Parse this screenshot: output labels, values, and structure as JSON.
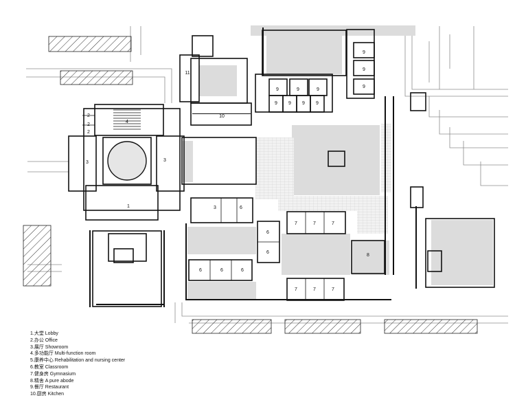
{
  "legend": [
    "1.大堂 Lobby",
    "2.办公 Office",
    "3.展厅 Showroom",
    "4.多功能厅 Multi-function room",
    "5.康养中心 Rehabilitation and nursing center",
    "6.教室 Classroom",
    "7.健身房 Gymnasium",
    "8.精舍 A pure abode",
    "9.餐厅 Restaurant",
    "10.厨房 Kitchen"
  ],
  "room_labels": {
    "lobby": "1",
    "office_a": "2",
    "office_b": "2",
    "office_c": "2",
    "showroom_west": "3",
    "showroom_east": "3",
    "showroom_south": "3",
    "multi_function": "4",
    "classroom_a": "6",
    "classroom_b": "6",
    "classroom_c": "6",
    "classroom_d": "6",
    "classroom_e": "6",
    "classroom_f": "6",
    "gym_a": "7",
    "gym_b": "7",
    "gym_c": "7",
    "gym_d": "7",
    "gym_e": "7",
    "gym_f": "7",
    "abode": "8",
    "restaurant_1": "9",
    "restaurant_2": "9",
    "restaurant_3": "9",
    "restaurant_4": "9",
    "restaurant_5": "9",
    "restaurant_6": "9",
    "restaurant_7": "9",
    "restaurant_8": "9",
    "restaurant_9": "9",
    "restaurant_10": "9",
    "kitchen": "10",
    "room_11": "11"
  },
  "colors": {
    "wall": "#111111",
    "courtyard_fill": "#dcdcdc",
    "light_fill": "#ececec",
    "road_line": "#888888",
    "hatch": "#333333"
  }
}
